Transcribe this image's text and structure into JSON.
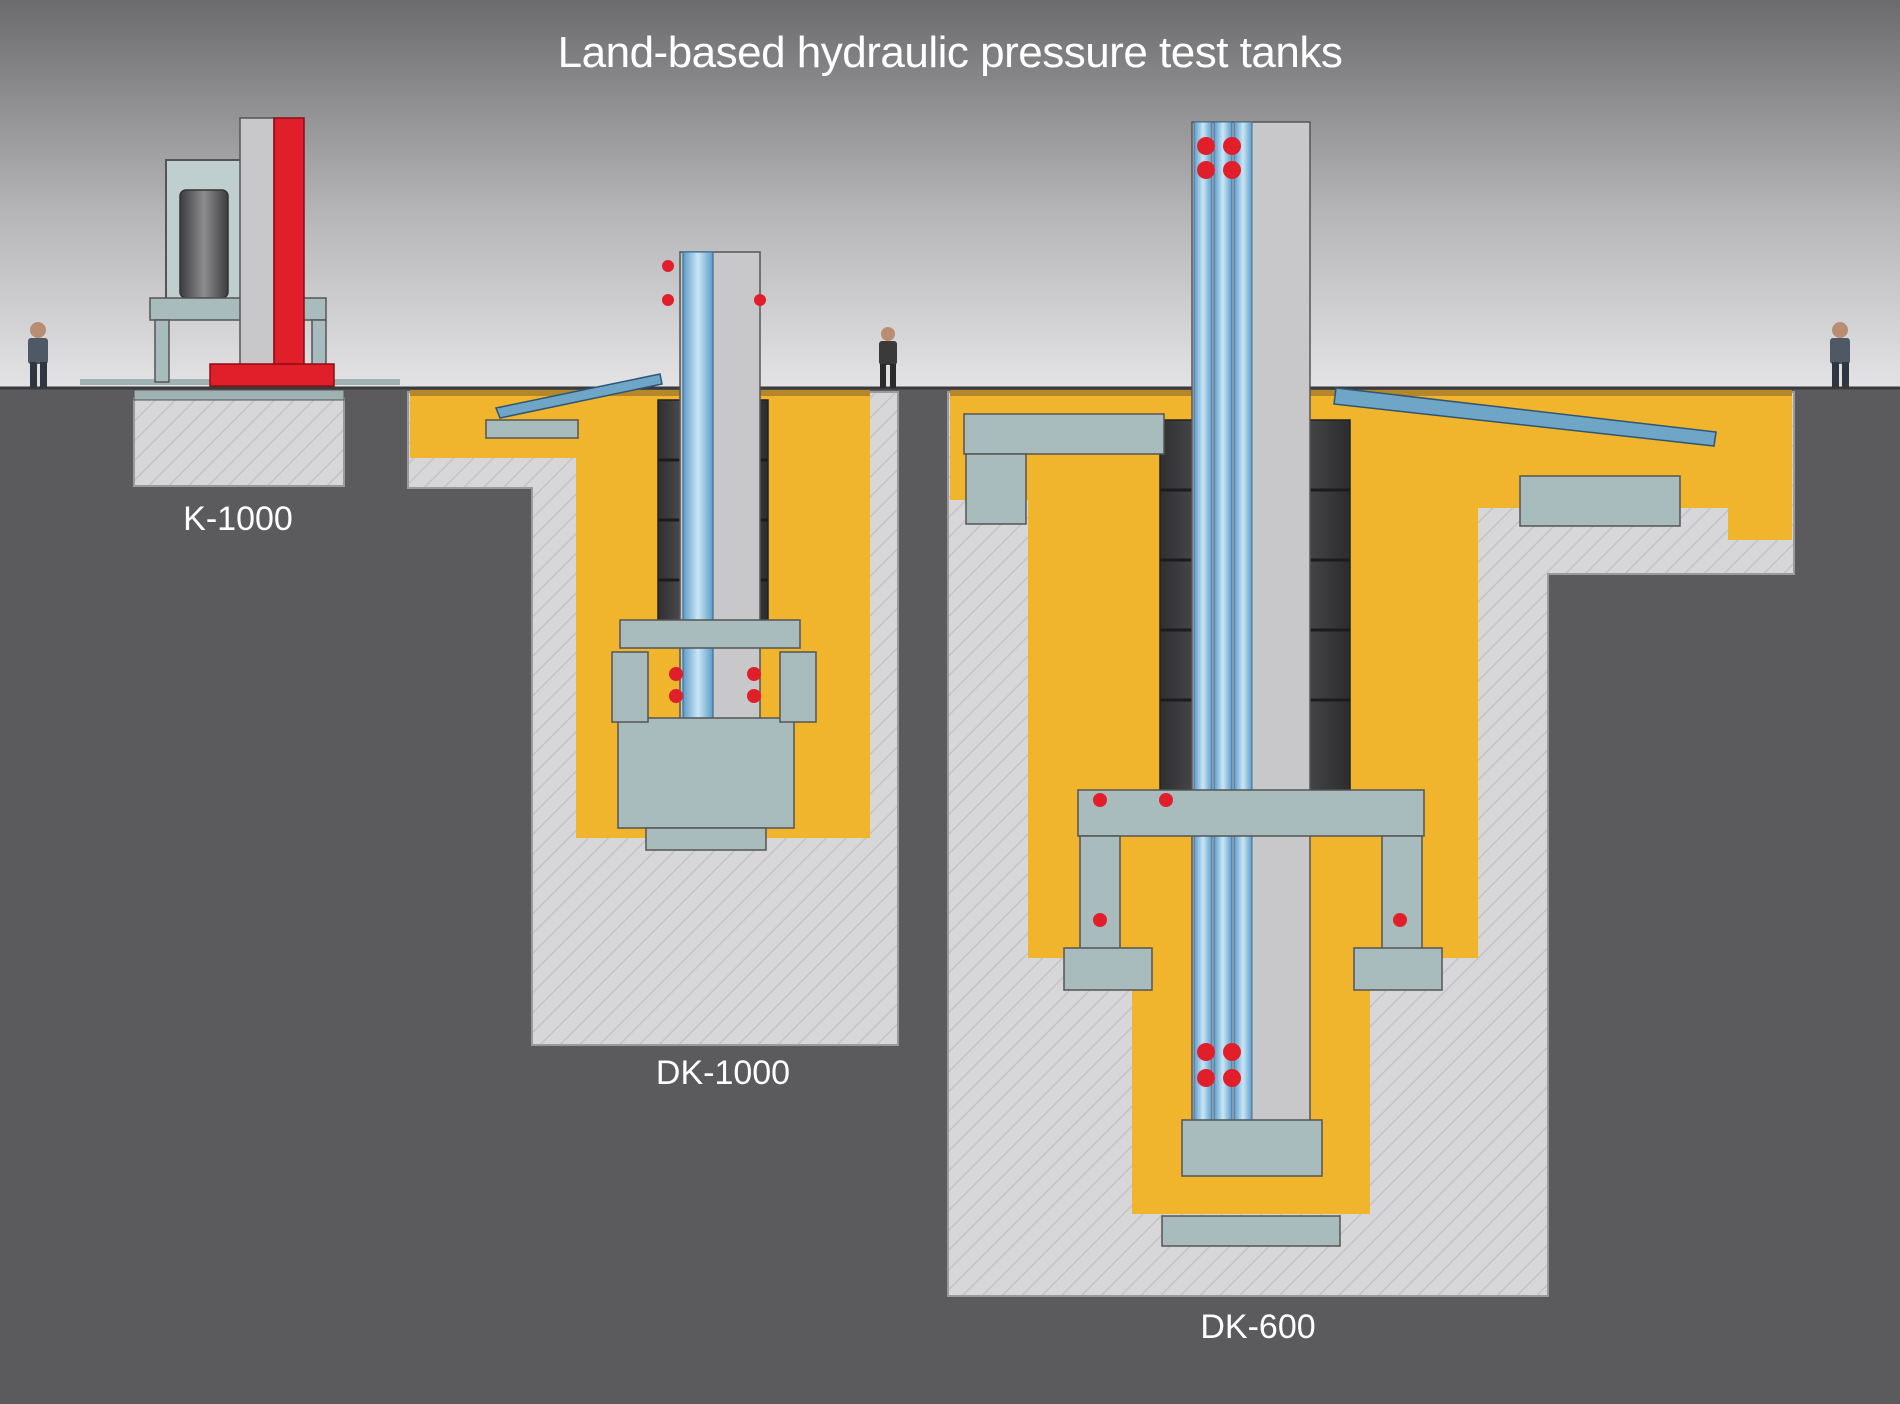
{
  "title": "Land-based hydraulic pressure test tanks",
  "tanks": [
    {
      "label": "K-1000"
    },
    {
      "label": "DK-1000"
    },
    {
      "label": "DK-600"
    }
  ],
  "colors": {
    "sky_top": "#6d6d6f",
    "sky_bottom": "#e1e1e3",
    "ground": "#5b5b5d",
    "concrete": "#d8d8da",
    "water": "#f0b52c",
    "machine": "#a9bcbd",
    "tube": "#8fc4e6",
    "red_part": "#e01f2b",
    "vessel": "#4a4a4c"
  }
}
